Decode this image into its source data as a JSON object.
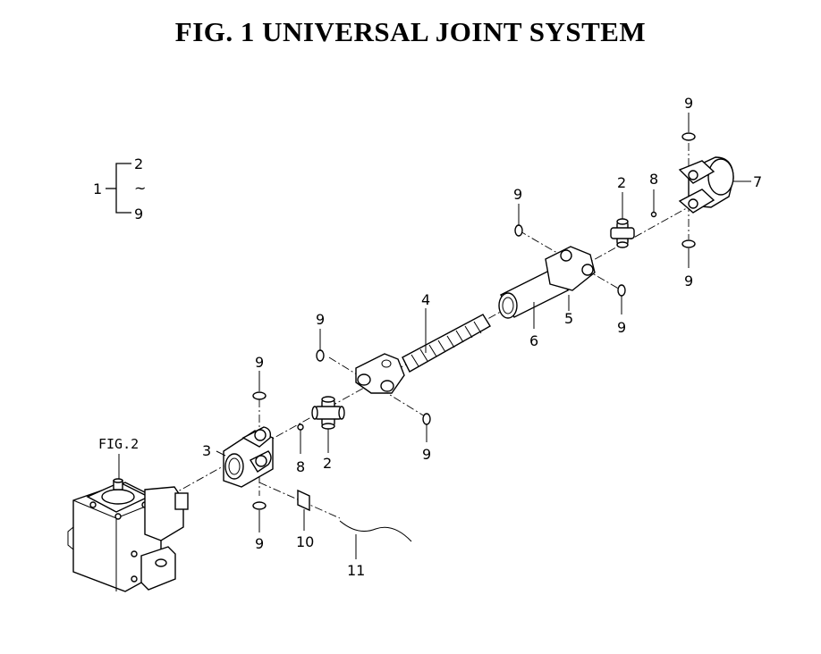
{
  "title": "FIG.  1  UNIVERSAL JOINT SYSTEM",
  "kit": {
    "main": "1",
    "first": "2",
    "tilde": "~",
    "last": "9"
  },
  "ref_label": "FIG.2",
  "callouts": [
    {
      "id": "c9-upper-right-top",
      "text": "9"
    },
    {
      "id": "c7",
      "text": "7"
    },
    {
      "id": "c9-upper-right-bottom",
      "text": "9"
    },
    {
      "id": "c8-right",
      "text": "8"
    },
    {
      "id": "c2-right",
      "text": "2"
    },
    {
      "id": "c9-yoke5-top",
      "text": "9"
    },
    {
      "id": "c9-yoke5-bottom",
      "text": "9"
    },
    {
      "id": "c5",
      "text": "5"
    },
    {
      "id": "c6",
      "text": "6"
    },
    {
      "id": "c4",
      "text": "4"
    },
    {
      "id": "c9-yoke4-top",
      "text": "9"
    },
    {
      "id": "c9-yoke4-bottom",
      "text": "9"
    },
    {
      "id": "c2-left",
      "text": "2"
    },
    {
      "id": "c8-left",
      "text": "8"
    },
    {
      "id": "c3",
      "text": "3"
    },
    {
      "id": "c9-yoke3-top",
      "text": "9"
    },
    {
      "id": "c9-yoke3-bottom",
      "text": "9"
    },
    {
      "id": "c10",
      "text": "10"
    },
    {
      "id": "c11",
      "text": "11"
    }
  ]
}
